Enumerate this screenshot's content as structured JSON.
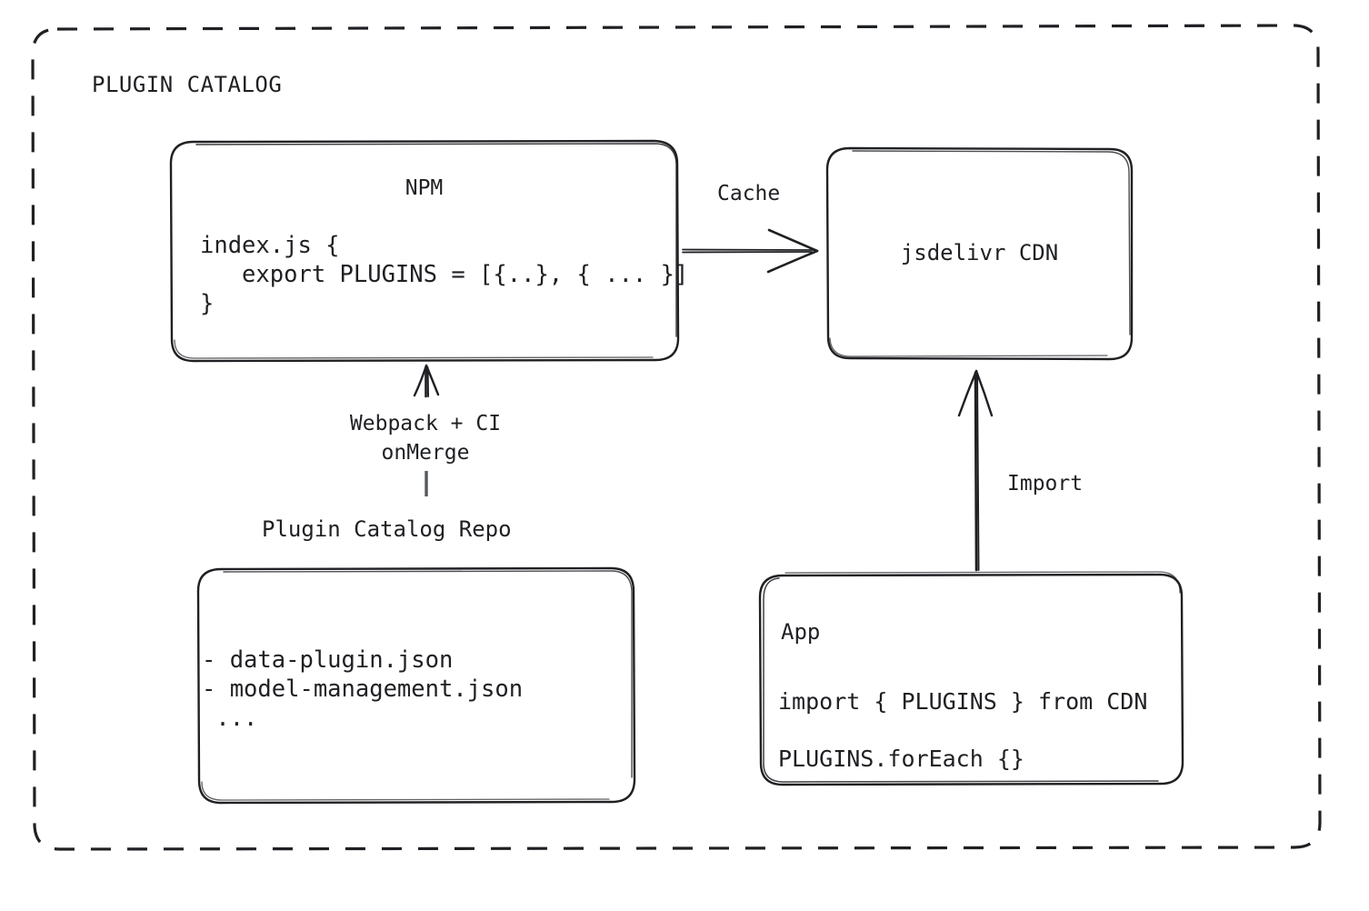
{
  "diagram": {
    "title": "PLUGIN CATALOG",
    "background": "#ffffff",
    "stroke": "#1f2023",
    "style": "hand-drawn"
  },
  "nodes": {
    "npm": {
      "title": "NPM",
      "code_line_1": "index.js {",
      "code_line_2": "   export PLUGINS = [{..}, { ... }]",
      "code_line_3": "}"
    },
    "cdn": {
      "title": "jsdelivr CDN"
    },
    "repo": {
      "title": "Plugin Catalog Repo",
      "file_1": "- data-plugin.json",
      "file_2": "- model-management.json",
      "file_3": " ..."
    },
    "app": {
      "title": "App",
      "code_line_1": "import { PLUGINS } from CDN",
      "code_line_2": "PLUGINS.forEach {}"
    }
  },
  "edges": {
    "cache": {
      "label": "Cache",
      "from": "npm",
      "to": "cdn"
    },
    "build": {
      "label_line_1": "Webpack + CI",
      "label_line_2": "onMerge",
      "from": "repo",
      "to": "npm"
    },
    "import": {
      "label": "Import",
      "from": "app",
      "to": "cdn"
    }
  }
}
